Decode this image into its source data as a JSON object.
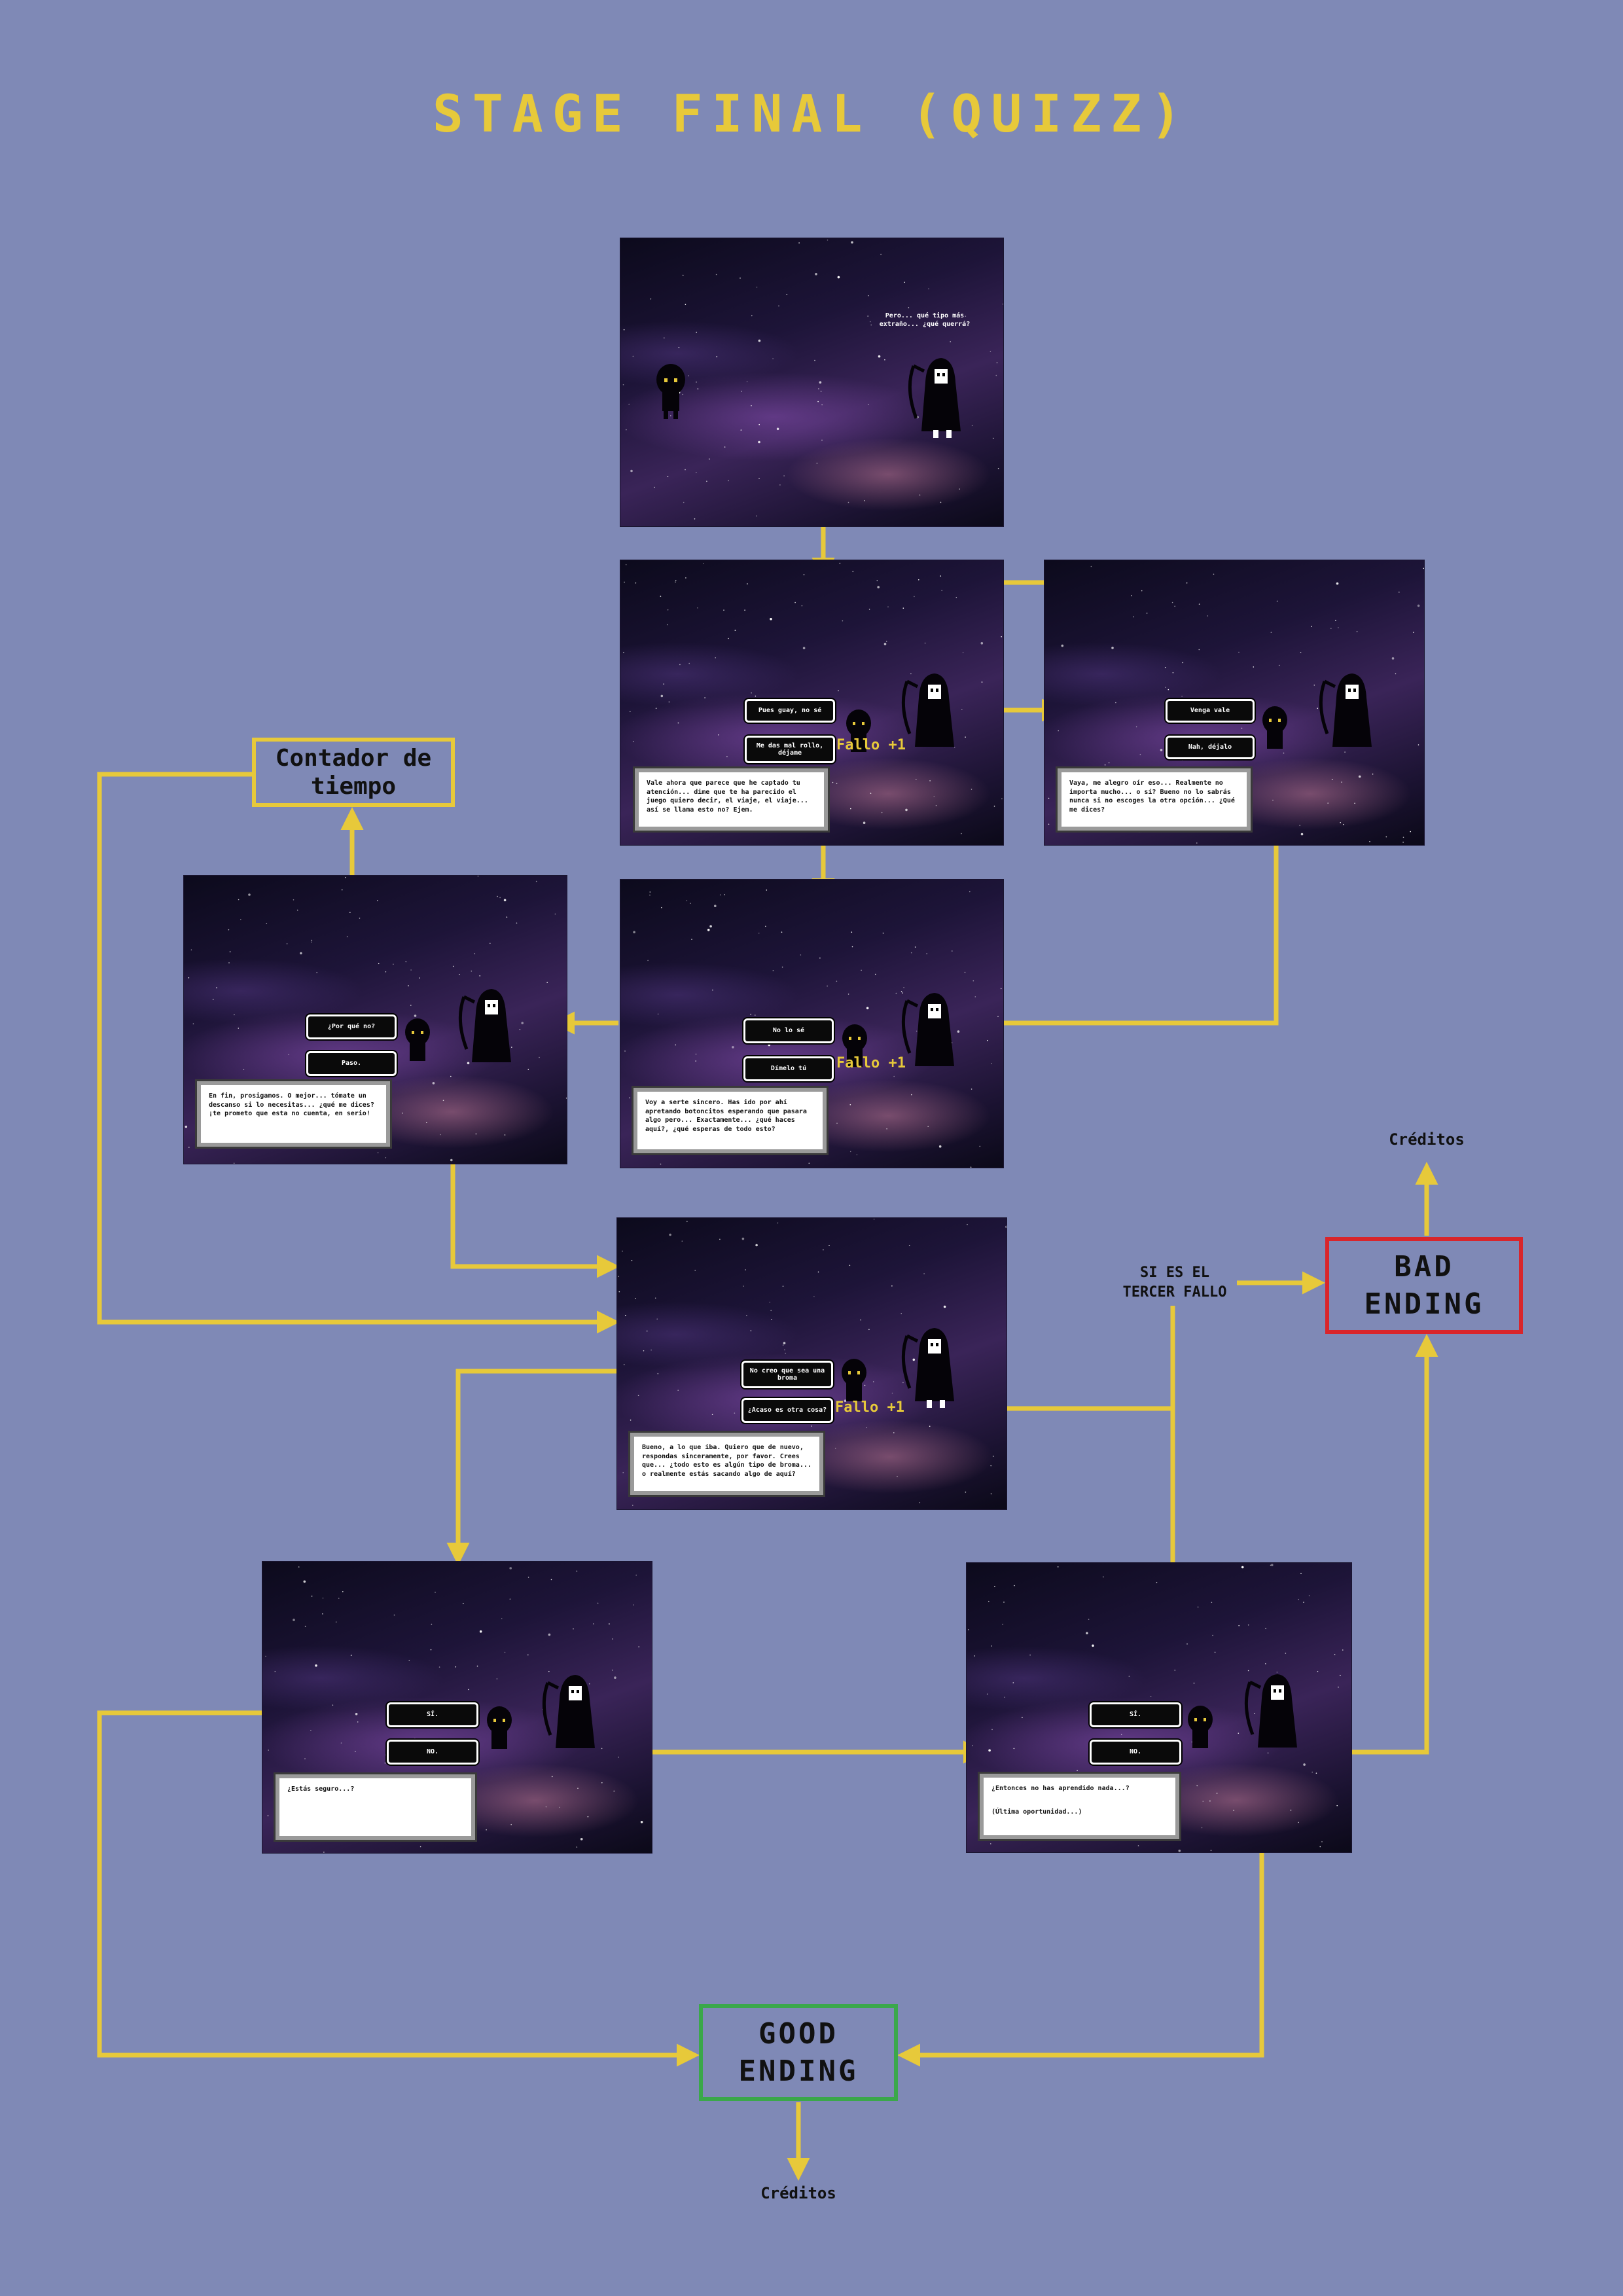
{
  "title": "STAGE FINAL (QUIZZ)",
  "colors": {
    "background": "#7f89b6",
    "accent": "#e7c93a",
    "bad": "#d9252b",
    "good": "#3aa84a"
  },
  "nodes": {
    "timer": "Contador de tiempo",
    "bad_ending": [
      "BAD",
      "ENDING"
    ],
    "good_ending": [
      "GOOD",
      "ENDING"
    ],
    "credits_bad": "Créditos",
    "credits_good": "Créditos",
    "third_fail": [
      "SI ES EL",
      "TERCER FALLO"
    ]
  },
  "fail_label": "Fallo +1",
  "scenes": {
    "s1": {
      "bubble": [
        "Pero... qué tipo más",
        "extraño... ¿qué querrá?"
      ]
    },
    "s2": {
      "options": [
        "Pues guay, no sé",
        "Me das mal rollo, déjame"
      ],
      "dialog": "Vale ahora que parece que he captado tu atención... dime que te ha parecido el juego quiero decir, el viaje, el viaje... así se llama esto no? Ejem."
    },
    "s3": {
      "options": [
        "Venga vale",
        "Nah, déjalo"
      ],
      "dialog": "Vaya, me alegro oír eso... Realmente no importa mucho... o sí? Bueno no lo sabrás nunca si no escoges la otra opción... ¿Qué me dices?"
    },
    "s4": {
      "options": [
        "No lo sé",
        "Dímelo tú"
      ],
      "dialog": "Voy a serte sincero. Has ido por ahí apretando botoncitos esperando que pasara algo pero... Exactamente... ¿qué haces aquí?, ¿qué esperas de todo esto?"
    },
    "s5": {
      "options": [
        "¿Por qué no?",
        "Paso."
      ],
      "dialog": "En fin, prosigamos. O mejor... tómate un descanso si lo necesitas... ¿qué me dices? ¡te prometo que esta no cuenta, en serio!"
    },
    "s6": {
      "options": [
        "No creo que sea una broma",
        "¿Acaso es otra cosa?"
      ],
      "dialog": "Bueno, a lo que iba. Quiero que de nuevo, respondas sinceramente, por favor. Crees que... ¿todo esto es algún tipo de broma... o realmente estás sacando algo de aquí?"
    },
    "s7": {
      "options": [
        "SÍ.",
        "NO."
      ],
      "dialog": "¿Estás seguro...?"
    },
    "s8": {
      "options": [
        "SÍ.",
        "NO."
      ],
      "dialog": [
        "¿Entonces no has aprendido nada...?",
        "(Última oportunidad...)"
      ]
    }
  }
}
